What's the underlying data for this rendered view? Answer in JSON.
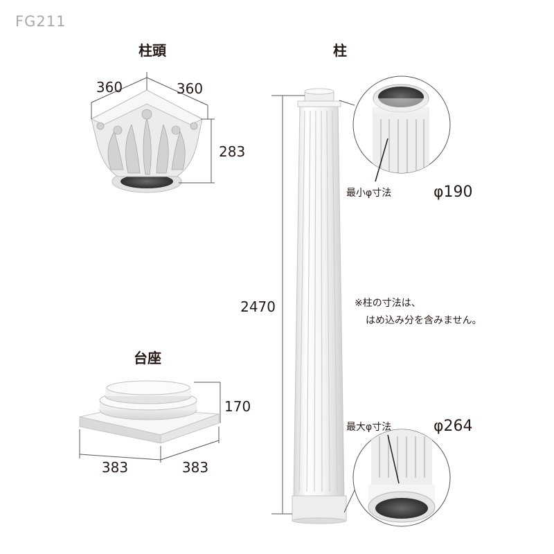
{
  "product_code": "FG211",
  "capital": {
    "title": "柱頭",
    "width_a": "360",
    "width_b": "360",
    "height": "283"
  },
  "column": {
    "title": "柱",
    "length": "2470",
    "min_label": "最小φ寸法",
    "min_value": "φ190",
    "max_label": "最大φ寸法",
    "max_value": "φ264",
    "note_line1": "※柱の寸法は、",
    "note_line2": "はめ込み分を含みません。"
  },
  "base": {
    "title": "台座",
    "height": "170",
    "width_a": "383",
    "width_b": "383"
  },
  "colors": {
    "line": "#555555",
    "text": "#231815",
    "code": "#a9a9a9",
    "plaster": "#f2f2f2",
    "shadow": "#c8c8c8"
  }
}
